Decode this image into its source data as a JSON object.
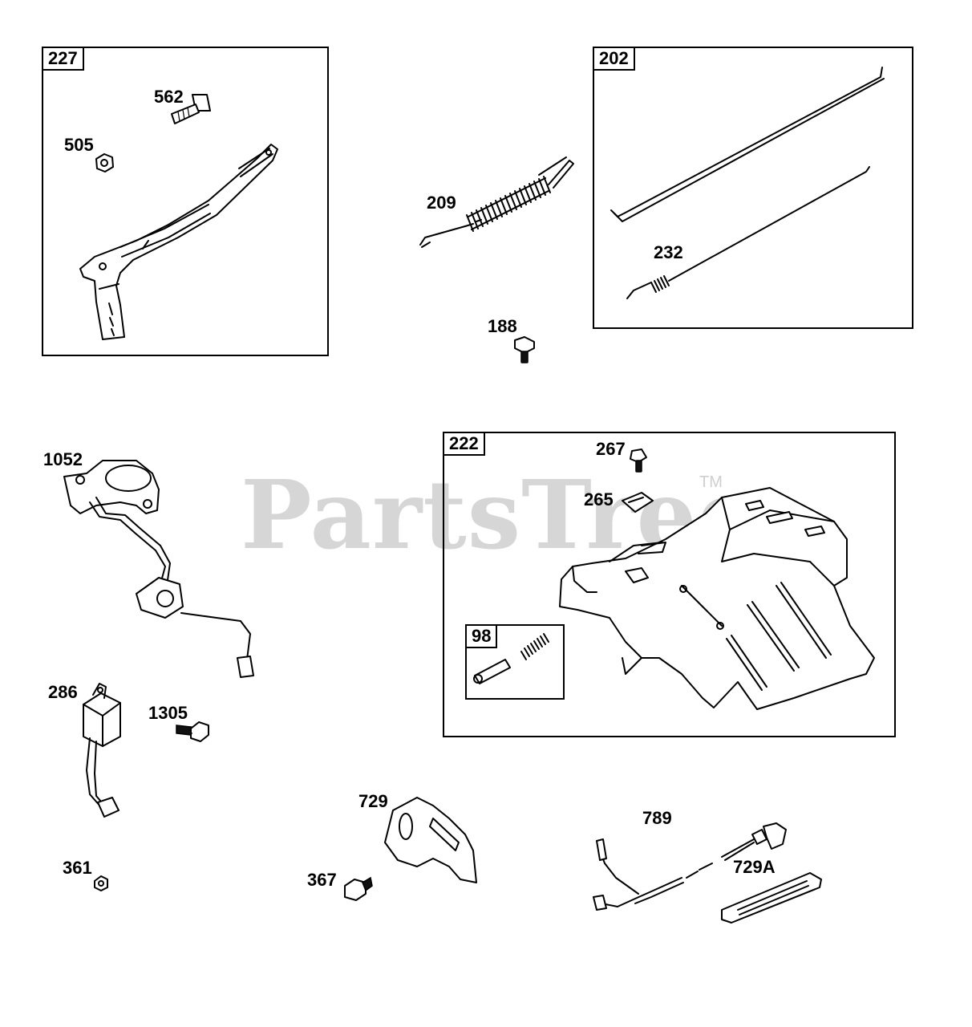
{
  "watermark": {
    "brand": "PartsTree",
    "trademark": "TM"
  },
  "groups": [
    {
      "id": "g227",
      "label": "227"
    },
    {
      "id": "g202",
      "label": "202"
    },
    {
      "id": "g222",
      "label": "222"
    },
    {
      "id": "g98",
      "label": "98"
    }
  ],
  "callouts": {
    "c562": "562",
    "c505": "505",
    "c209": "209",
    "c232": "232",
    "c188": "188",
    "c1052": "1052",
    "c267": "267",
    "c265": "265",
    "c286": "286",
    "c1305": "1305",
    "c729": "729",
    "c789": "789",
    "c729A": "729A",
    "c361": "361",
    "c367": "367"
  }
}
